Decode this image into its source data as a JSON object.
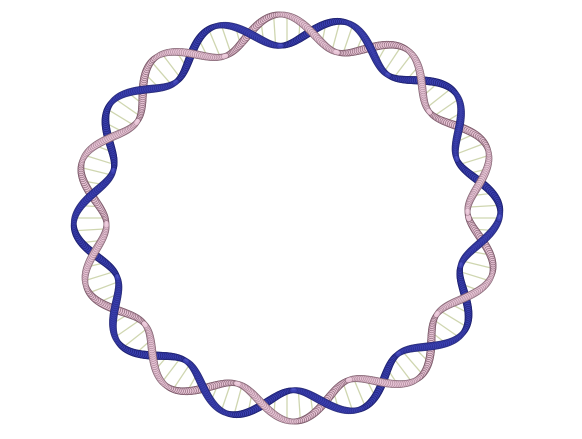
{
  "colors": {
    "background": "#ffffff",
    "strand_a": "#3a3fb0",
    "strand_a_highlight": "#6b70d8",
    "strand_a_shadow": "#1c1f6e",
    "strand_b": "#e8c4d6",
    "strand_b_highlight": "#f7e4ee",
    "strand_b_shadow": "#7a5868",
    "base_pairs": "#cfd6b0"
  },
  "structure": {
    "type": "circular-dna-double-helix",
    "helical_turns": 10,
    "base_pairs_per_turn": 10
  }
}
